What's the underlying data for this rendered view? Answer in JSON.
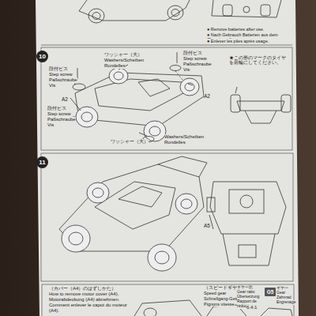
{
  "diagram": {
    "nodes": [
      {
        "text": [
          "10"
        ]
      },
      {
        "text": [
          "11"
        ]
      },
      {
        "text": [
          "G5"
        ]
      }
    ],
    "labels": [
      "● Remove batteries after use.",
      "● Nach Gebrauch Batterien aus dem Chassis entfernen.",
      "● Enlever les piles après usage.",
      "段付ビス",
      "Step screw",
      "Paßschraube",
      "Vis",
      "ワッシャー（大）",
      "Washers/Scheiben",
      "Rondelles",
      "段付ビス",
      "Step screw",
      "Paßschraube",
      "Vis",
      "A2",
      "A2",
      "★この形のマークのタイヤを前輪にしてください。",
      "段付ビス",
      "Step screw",
      "Paßschraube",
      "Vis",
      "ワッシャー（大）",
      "Washers/Scheiben",
      "Rondelles",
      "A5",
      "（カバー（A4）のはずしかた）",
      "How to remove motor cover (A4).",
      "Motorabdeckung (A4) abnehmen.",
      "Comment enlever le capot du moteur (A4).",
      "（スピードギヤー）",
      "Speed gear",
      "Schnellgang-Getriebe",
      "Pignons vitesse",
      "ギヤー比",
      "Gear ratio",
      "Übersetzung",
      "Rapport de réduction",
      "6.4:1",
      "ギヤー",
      "Gear",
      "Zahnrad",
      "Engrenage"
    ]
  }
}
